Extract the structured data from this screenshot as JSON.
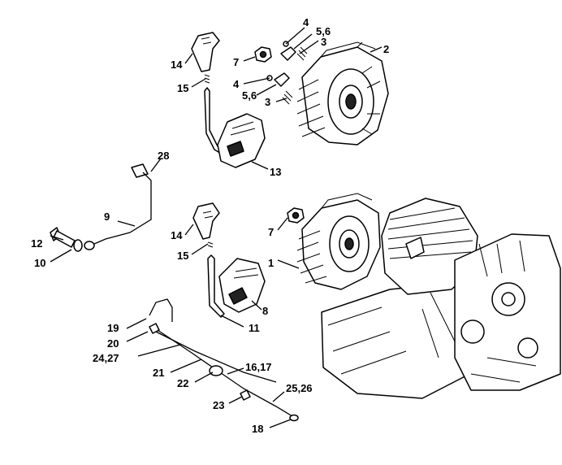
{
  "callouts": {
    "c1": "1",
    "c2": "2",
    "c3a": "3",
    "c3b": "3",
    "c4a": "4",
    "c4b": "4",
    "c56a": "5,6",
    "c56b": "5,6",
    "c7a": "7",
    "c7b": "7",
    "c8": "8",
    "c9": "9",
    "c10": "10",
    "c11": "11",
    "c12": "12",
    "c13": "13",
    "c14a": "14",
    "c14b": "14",
    "c15a": "15",
    "c15b": "15",
    "c1617": "16,17",
    "c18": "18",
    "c19": "19",
    "c20": "20",
    "c21": "21",
    "c22": "22",
    "c23": "23",
    "c2427": "24,27",
    "c2526": "25,26",
    "c28": "28"
  }
}
